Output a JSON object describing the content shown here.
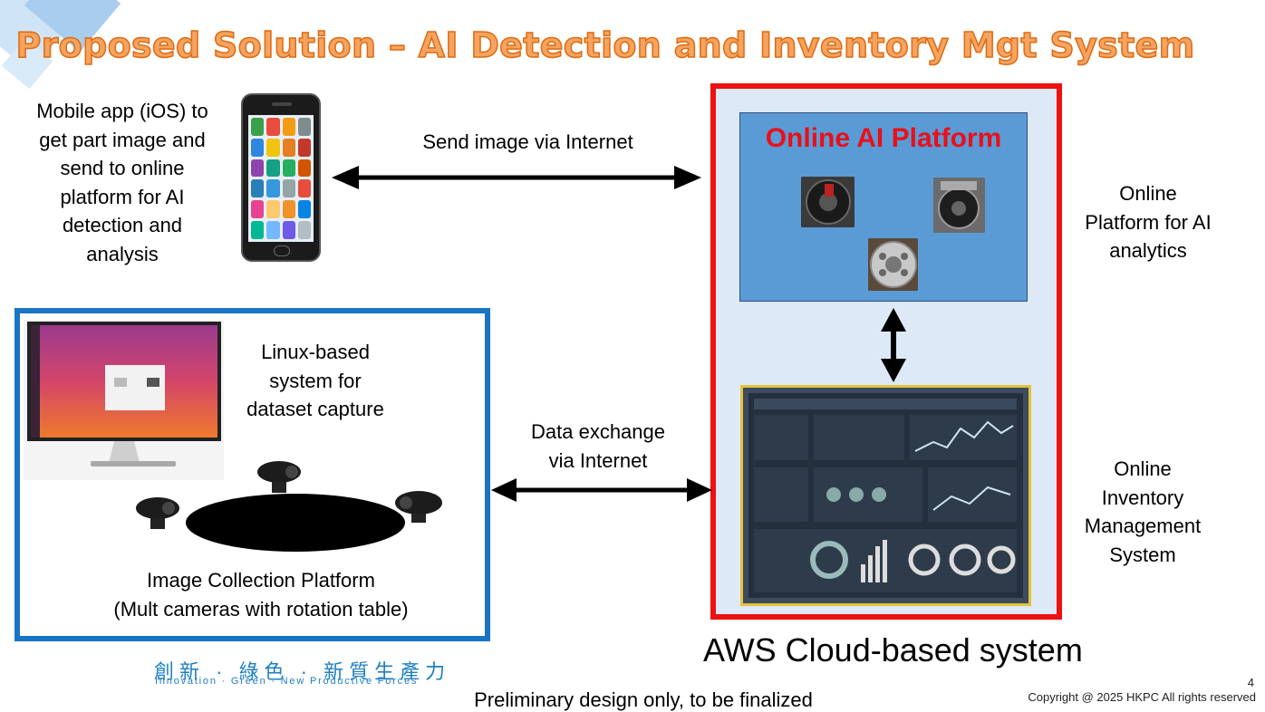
{
  "title": "Proposed Solution – AI Detection and Inventory Mgt System",
  "mobile": {
    "lines": [
      "Mobile app (iOS) to",
      "get part image and",
      "send to online",
      "platform for AI",
      "detection and",
      "analysis"
    ]
  },
  "send_image_label": "Send image via Internet",
  "ai_platform": {
    "title": "Online AI Platform"
  },
  "ai_analytics_label": [
    "Online",
    "Platform for AI",
    "analytics"
  ],
  "inventory_label": [
    "Online",
    "Inventory",
    "Management",
    "System"
  ],
  "linux_label": [
    "Linux-based",
    "system for",
    "dataset capture"
  ],
  "image_collection_label": [
    "Image Collection Platform",
    "(Mult cameras with rotation table)"
  ],
  "data_exchange_label": [
    "Data exchange",
    "via Internet"
  ],
  "aws_label": "AWS Cloud-based system",
  "logo": {
    "cn": "創新 · 綠色 · 新質生產力",
    "en": "Innovation · Green · New Productive Forces"
  },
  "footer_note": "Preliminary design only, to be finalized",
  "page_number": "4",
  "copyright": "Copyright @ 2025 HKPC All rights reserved",
  "colors": {
    "title_orange": "#f4a460",
    "cloud_red": "#ee1111",
    "collection_blue": "#1874c4",
    "ai_panel_blue": "#5b9bd5"
  },
  "icons": [
    "smartphone-icon",
    "double-arrow-icon",
    "webcam-icon",
    "monitor-icon",
    "dashboard-image"
  ]
}
